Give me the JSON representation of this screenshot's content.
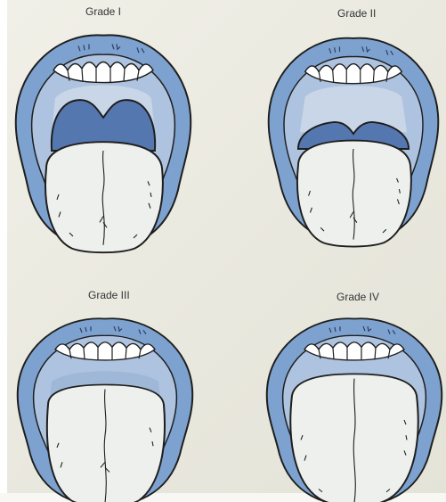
{
  "diagram": {
    "panels": [
      {
        "label": "Grade I",
        "visibility": "full uvula and tonsillar pillars visible"
      },
      {
        "label": "Grade II",
        "visibility": "upper uvula visible"
      },
      {
        "label": "Grade III",
        "visibility": "soft palate visible"
      },
      {
        "label": "Grade IV",
        "visibility": "hard palate only"
      }
    ]
  },
  "colors": {
    "background": "#ecebe2",
    "lip": "#7da2cf",
    "palate": "#aec3df",
    "pharynx": "#5577b0",
    "tongue": "#eef0ed",
    "outline": "#1e1e1e"
  }
}
